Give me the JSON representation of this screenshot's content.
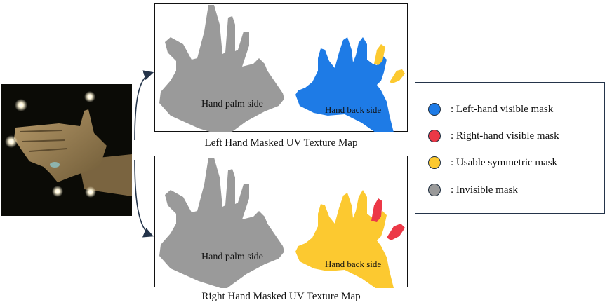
{
  "panels": {
    "left": {
      "caption": "Left Hand Masked UV Texture Map",
      "palm_label": "Hand palm side",
      "back_label": "Hand back side"
    },
    "right": {
      "caption": "Right Hand Masked UV Texture Map",
      "palm_label": "Hand palm side",
      "back_label": "Hand back side"
    }
  },
  "legend": {
    "items": [
      {
        "label": ": Left-hand visible mask",
        "color": "#1e7be6",
        "icon": "blue-dot-icon"
      },
      {
        "label": ": Right-hand visible mask",
        "color": "#ec3847",
        "icon": "red-dot-icon"
      },
      {
        "label": ": Usable symmetric mask",
        "color": "#fcc930",
        "icon": "yellow-dot-icon"
      },
      {
        "label": ": Invisible mask",
        "color": "#9a9a9a",
        "icon": "gray-dot-icon"
      }
    ]
  },
  "colors": {
    "blue": "#1e7be6",
    "red": "#ec3847",
    "yellow": "#fcc930",
    "gray": "#9a9a9a",
    "arrow": "#24344a"
  }
}
